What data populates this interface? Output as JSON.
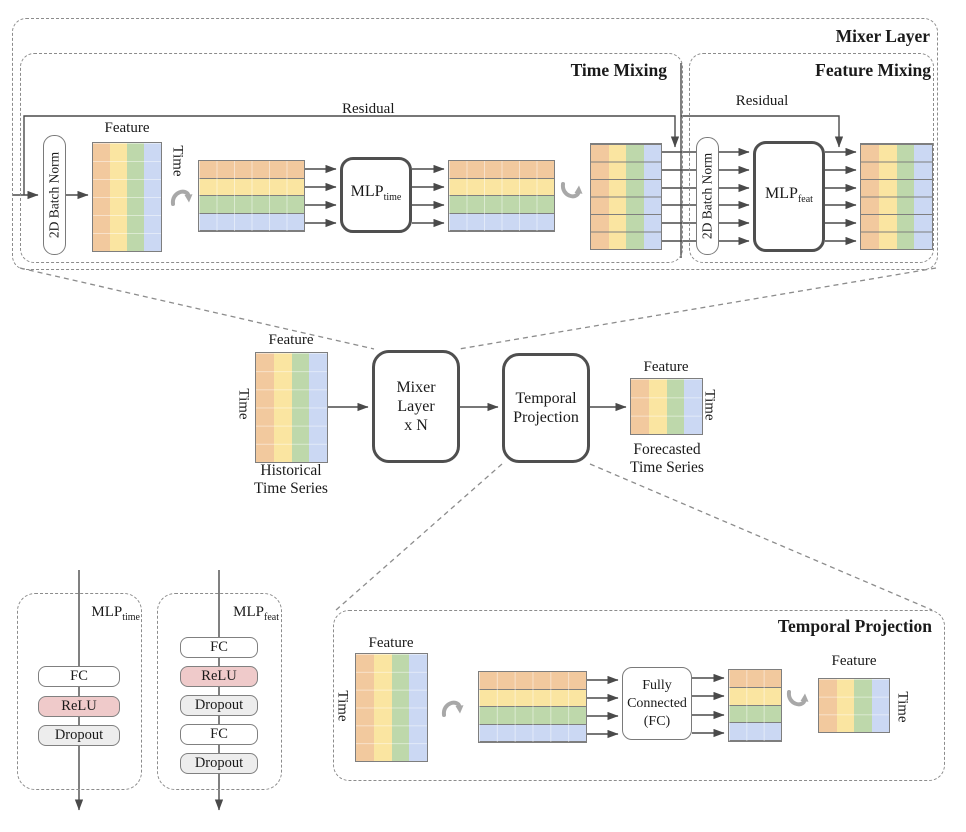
{
  "palette": {
    "orange": "#F2C99E",
    "yellow": "#FAE5A1",
    "green": "#BED8AB",
    "blue": "#CBD8F3",
    "line": "#4a4a4a",
    "matrix_border": "#7e7e7e",
    "dashed_border": "#8c8c8c",
    "layer_fills": {
      "FC": "#FFFFFF",
      "ReLU": "#EFCACA",
      "Dropout": "#EDEDED"
    }
  },
  "labels": {
    "feature": "Feature",
    "time": "Time",
    "residual": "Residual"
  },
  "mixer": {
    "title": "Mixer Layer",
    "time_mixing": {
      "title": "Time Mixing",
      "batch_norm": "2D Batch Norm",
      "mlp_base": "MLP",
      "mlp_sub": "time"
    },
    "feature_mixing": {
      "title": "Feature Mixing",
      "batch_norm": "2D Batch Norm",
      "mlp_base": "MLP",
      "mlp_sub": "feat"
    }
  },
  "pipeline": {
    "input_caption_line1": "Historical",
    "input_caption_line2": "Time Series",
    "mixer_block_line1": "Mixer",
    "mixer_block_line2": "Layer",
    "mixer_block_line3": "x N",
    "temporal_block_line1": "Temporal",
    "temporal_block_line2": "Projection",
    "output_caption_line1": "Forecasted",
    "output_caption_line2": "Time Series"
  },
  "mlp_details": {
    "time": {
      "title_base": "MLP",
      "title_sub": "time",
      "layers": [
        "FC",
        "ReLU",
        "Dropout"
      ]
    },
    "feat": {
      "title_base": "MLP",
      "title_sub": "feat",
      "layers": [
        "FC",
        "ReLU",
        "Dropout",
        "FC",
        "Dropout"
      ]
    }
  },
  "temporal_projection": {
    "title": "Temporal Projection",
    "fc_block_line1": "Fully",
    "fc_block_line2": "Connected",
    "fc_block_line3": "(FC)"
  }
}
